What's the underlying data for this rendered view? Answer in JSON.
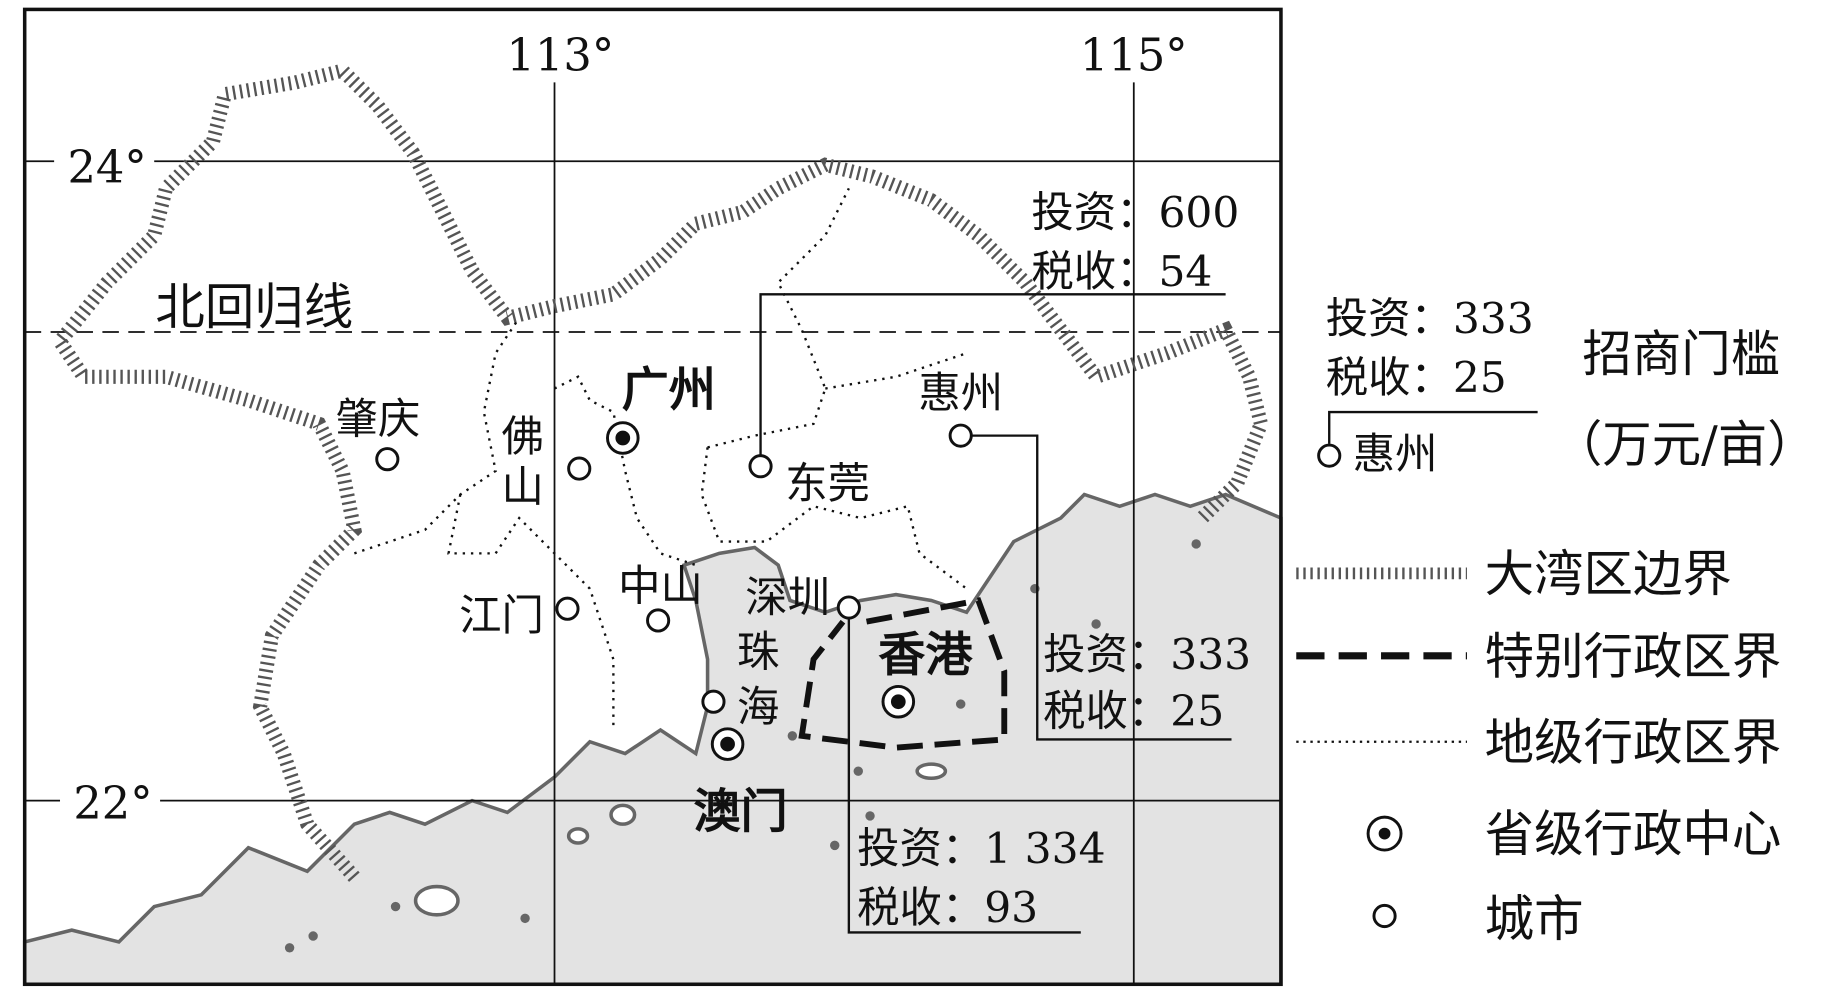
{
  "colors": {
    "sea": "#e3e3e3",
    "line": "#111111",
    "hatch": "#555555"
  },
  "grid": {
    "lon": [
      "113°",
      "115°"
    ],
    "lat": [
      "24°",
      "22°"
    ],
    "tropic": "北回归线"
  },
  "cities": {
    "zhaoqing": "肇庆",
    "foshan_1": "佛",
    "foshan_2": "山",
    "guangzhou": "广州",
    "dongguan": "东莞",
    "huizhou": "惠州",
    "jiangmen": "江门",
    "zhongshan": "中山",
    "shenzhen": "深圳",
    "zhuhai_1": "珠",
    "zhuhai_2": "海",
    "hongkong": "香港",
    "macau": "澳门"
  },
  "thresholds": {
    "dongguan": {
      "invest": "投资：600",
      "tax": "税收：54"
    },
    "huizhou": {
      "invest": "投资：333",
      "tax": "税收：25"
    },
    "hongkong": {
      "invest": "投资：1 334",
      "tax": "税收：93"
    }
  },
  "legend": {
    "example": {
      "invest": "投资：333",
      "tax": "税收：25",
      "city": "惠州"
    },
    "title": "招商门槛",
    "unit": "（万元/亩）",
    "items": [
      "大湾区边界",
      "特别行政区界",
      "地级行政区界",
      "省级行政中心",
      "城市"
    ]
  }
}
